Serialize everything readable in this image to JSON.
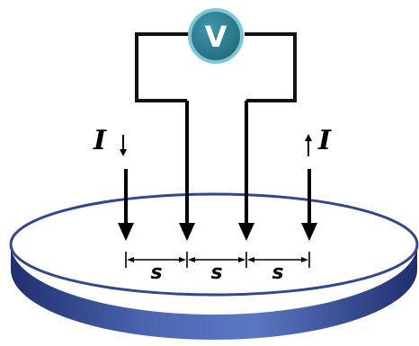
{
  "meter": {
    "symbol": "V"
  },
  "current_labels": {
    "left": "I",
    "right": "I"
  },
  "spacing_labels": [
    "s",
    "s",
    "s"
  ],
  "colors": {
    "wire": "#111111",
    "meter_fill": "#2e7d8f",
    "meter_ring": "#5bb6c8",
    "disk_top": "#ffffff",
    "disk_edge_light": "#5a72b8",
    "disk_edge_dark": "#1f2f6e",
    "disk_rim": "#33478a"
  }
}
